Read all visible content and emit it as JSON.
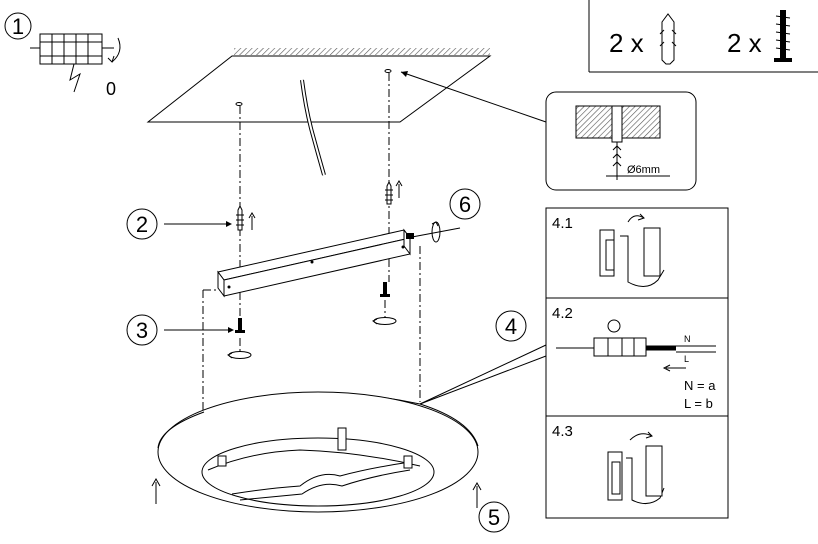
{
  "steps": {
    "s1": "1",
    "s1_position": "0",
    "s2": "2",
    "s3": "3",
    "s4": "4",
    "s5": "5",
    "s6": "6"
  },
  "parts": {
    "dowel_qty": "2 x",
    "screw_qty": "2 x"
  },
  "detail": {
    "drill_size": "Ø6mm"
  },
  "substeps": {
    "s41": "4.1",
    "s42": "4.2",
    "s43": "4.3",
    "wire_n": "N",
    "wire_l": "L",
    "wire_n_eq": "N = a",
    "wire_l_eq": "L = b"
  },
  "colors": {
    "line": "#000000",
    "panel_border": "#000000",
    "hatch": "#555555"
  }
}
